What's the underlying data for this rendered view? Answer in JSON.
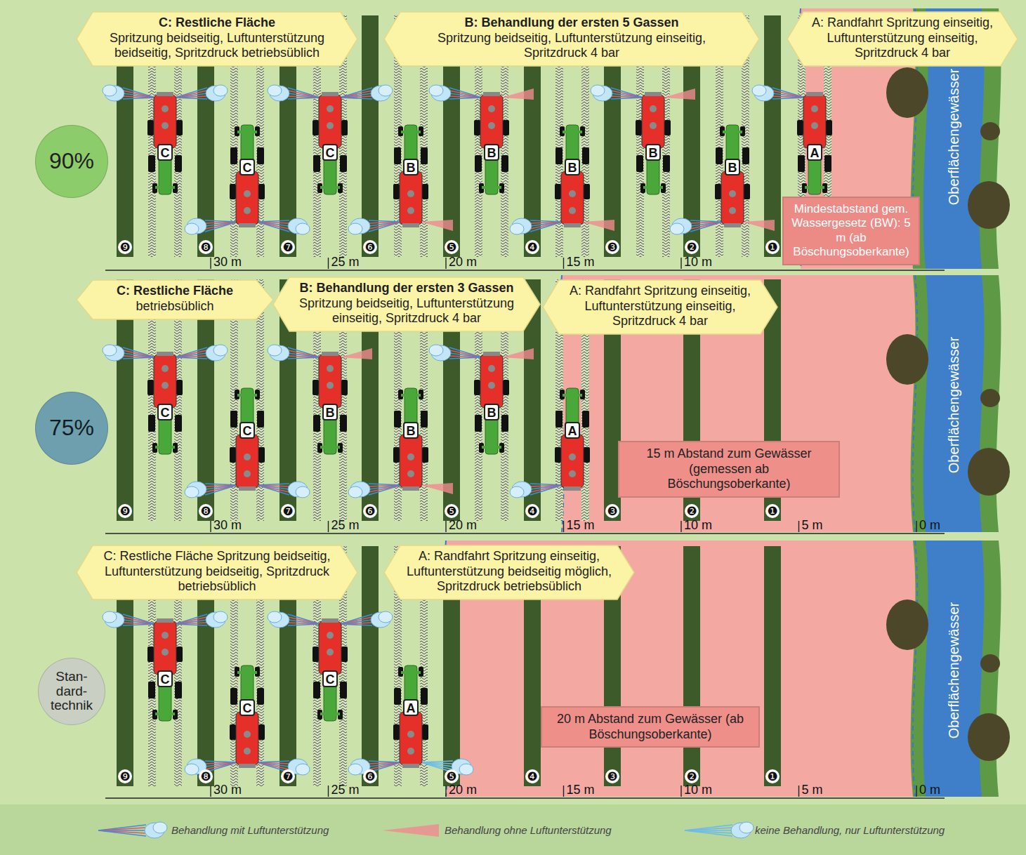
{
  "diagram": {
    "nodes": [
      {
        "text": [
          "C: Restliche Fläche",
          "Spritzung beidseitig, Luftunterstützung beidseitig, Spritzdruck betriebsüblich"
        ]
      },
      {
        "text": [
          "B: Behandlung der ersten 5 Gassen",
          "Spritzung beidseitig, Luftunterstützung einseitig, Spritzdruck 4 bar"
        ]
      },
      {
        "text": [
          "A: Randfahrt Spritzung einseitig, Luftunterstützung einseitig, Spritzdruck 4 bar"
        ]
      },
      {
        "text": [
          "90%"
        ]
      },
      {
        "text": [
          "Mindestabstand gem. Wassergesetz (BW): 5 m (ab Böschungsoberkante)"
        ]
      },
      {
        "text": [
          "Oberflächengewässer"
        ]
      },
      {
        "text": [
          "C: Restliche Fläche",
          "betriebsüblich"
        ]
      },
      {
        "text": [
          "B: Behandlung der ersten 3 Gassen",
          "Spritzung beidseitig, Luftunterstützung einseitig, Spritzdruck 4 bar"
        ]
      },
      {
        "text": [
          "A: Randfahrt Spritzung einseitig, Luftunterstützung einseitig, Spritzdruck 4 bar"
        ]
      },
      {
        "text": [
          "75%"
        ]
      },
      {
        "text": [
          "15 m Abstand zum Gewässer (gemessen ab Böschungsoberkante)"
        ]
      },
      {
        "text": [
          "Oberflächengewässer"
        ]
      },
      {
        "text": [
          "C: Restliche Fläche Spritzung beidseitig, Luftunterstützung beidseitig, Spritzdruck betriebsüblich"
        ]
      },
      {
        "text": [
          "A: Randfahrt Spritzung einseitig, Luftunterstützung beidseitig möglich, Spritzdruck betriebsüblich"
        ]
      },
      {
        "text": [
          "Stan-dard-technik"
        ]
      },
      {
        "text": [
          "20 m Abstand zum Gewässer (ab Böschungsoberkante)"
        ]
      },
      {
        "text": [
          "Oberflächengewässer"
        ]
      }
    ],
    "labels": [
      "C",
      "C",
      "C",
      "B",
      "B",
      "B",
      "B",
      "B",
      "A",
      "❾",
      "❽",
      "❼",
      "❻",
      "❺",
      "❹",
      "❸",
      "❷",
      "❶",
      "30 m",
      "25 m",
      "20 m",
      "15 m",
      "10 m",
      "C",
      "C",
      "B",
      "B",
      "B",
      "A",
      "❾",
      "❽",
      "❼",
      "❻",
      "❺",
      "❹",
      "❸",
      "❷",
      "❶",
      "30 m",
      "25 m",
      "20 m",
      "15 m",
      "10 m",
      "5 m",
      "0 m",
      "C",
      "C",
      "C",
      "A",
      "❾",
      "❽",
      "❼",
      "❻",
      "❺",
      "❹",
      "❸",
      "❷",
      "❶",
      "30 m",
      "25 m",
      "20 m",
      "15 m",
      "10 m",
      "5 m",
      "0 m"
    ],
    "legend": [
      {
        "text": "Behandlung mit Luftunterstützung"
      },
      {
        "text": "Behandlung ohne Luftunterstützung"
      },
      {
        "text": "keine Behandlung, nur Luftunterstützung"
      }
    ]
  }
}
